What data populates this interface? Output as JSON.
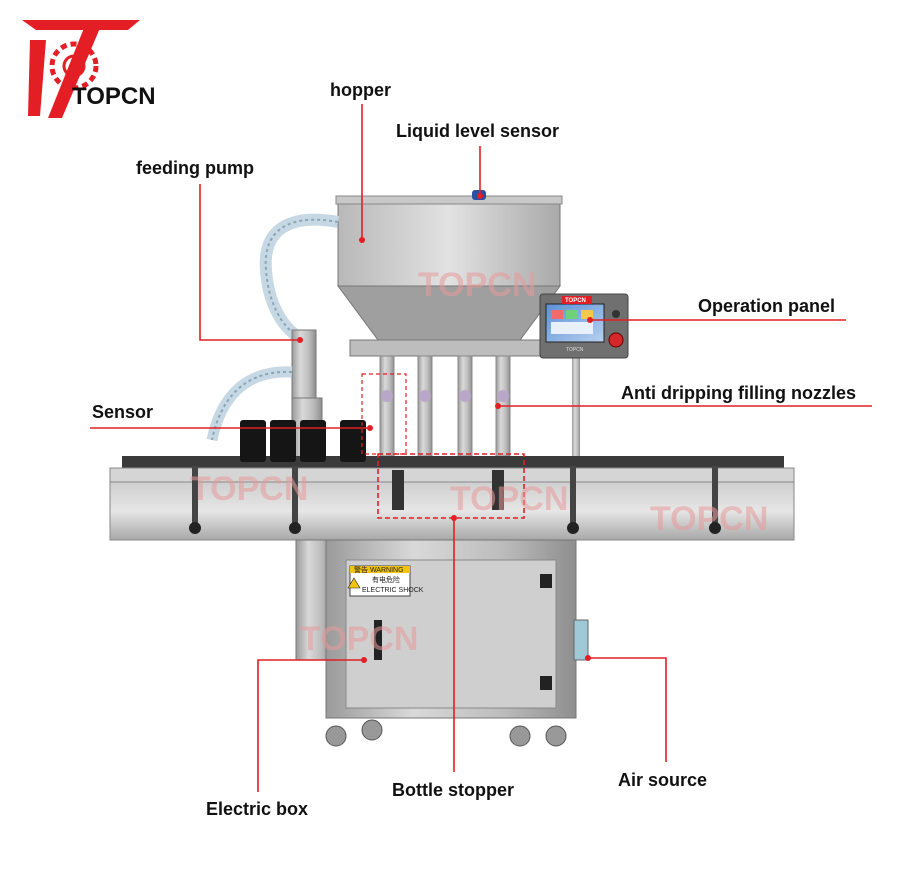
{
  "brand": {
    "name": "TOPCN",
    "color": "#e31e24"
  },
  "watermark": "TOPCN",
  "warning_plate": {
    "line1": "警告 WARNING",
    "line2": "有电危险",
    "line3": "ELECTRIC SHOCK"
  },
  "panel": {
    "badge": "TOPCN",
    "maker": "TOPCN"
  },
  "leader_color": "#e31e24",
  "callouts": [
    {
      "id": "hopper",
      "label": "hopper"
    },
    {
      "id": "liquid-level-sensor",
      "label": "Liquid level sensor"
    },
    {
      "id": "feeding-pump",
      "label": "feeding pump"
    },
    {
      "id": "operation-panel",
      "label": "Operation panel"
    },
    {
      "id": "anti-dripping-nozzles",
      "label": "Anti dripping filling nozzles"
    },
    {
      "id": "sensor",
      "label": "Sensor"
    },
    {
      "id": "electric-box",
      "label": "Electric box"
    },
    {
      "id": "bottle-stopper",
      "label": "Bottle stopper"
    },
    {
      "id": "air-source",
      "label": "Air source"
    }
  ]
}
